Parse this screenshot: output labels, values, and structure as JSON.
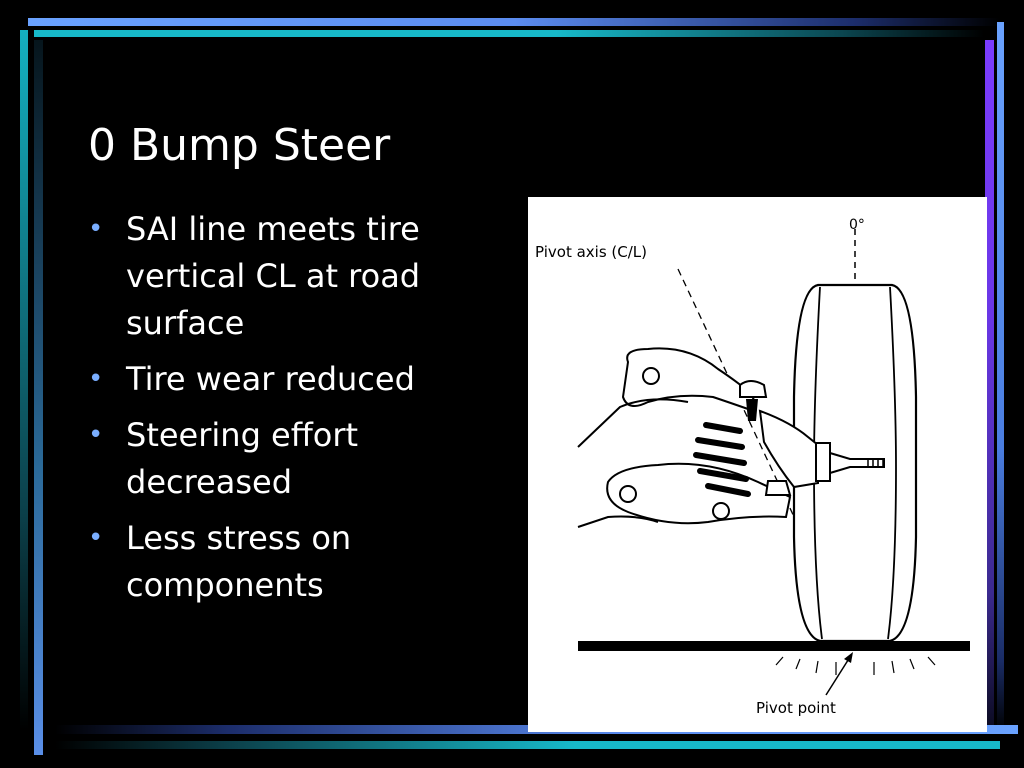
{
  "slide": {
    "title": "0 Bump Steer",
    "bullets": [
      "SAI line meets tire vertical CL at road surface",
      "Tire wear reduced",
      "Steering effort decreased",
      "Less stress on components"
    ]
  },
  "diagram": {
    "label_angle": "0°",
    "label_pivot_axis": "Pivot axis (C/L)",
    "label_pivot_point": "Pivot point"
  },
  "colors": {
    "background": "#000000",
    "text": "#ffffff",
    "bullet": "#7aaeff",
    "frame_blue": "#5b8cf0",
    "frame_cyan": "#17b9c9",
    "frame_purple": "#7b3cff"
  }
}
